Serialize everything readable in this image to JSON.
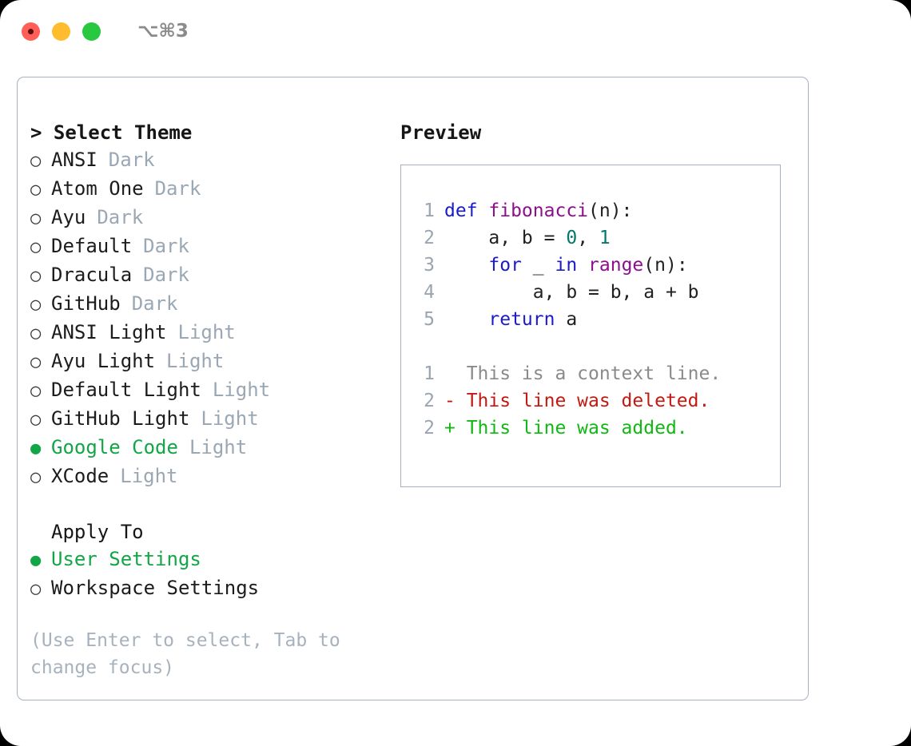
{
  "window": {
    "shortcut": "⌥⌘3",
    "traffic_lights": [
      {
        "name": "close",
        "color": "#ff5f57"
      },
      {
        "name": "minimize",
        "color": "#febc2e"
      },
      {
        "name": "maximize",
        "color": "#28c840"
      }
    ]
  },
  "theme_picker": {
    "title": "> Select Theme",
    "marker_unselected": "○",
    "marker_selected": "●",
    "items": [
      {
        "name": "ANSI",
        "kind": "Dark",
        "selected": false
      },
      {
        "name": "Atom One",
        "kind": "Dark",
        "selected": false
      },
      {
        "name": "Ayu",
        "kind": "Dark",
        "selected": false
      },
      {
        "name": "Default",
        "kind": "Dark",
        "selected": false
      },
      {
        "name": "Dracula",
        "kind": "Dark",
        "selected": false
      },
      {
        "name": "GitHub",
        "kind": "Dark",
        "selected": false
      },
      {
        "name": "ANSI Light",
        "kind": "Light",
        "selected": false
      },
      {
        "name": "Ayu Light",
        "kind": "Light",
        "selected": false
      },
      {
        "name": "Default Light",
        "kind": "Light",
        "selected": false
      },
      {
        "name": "GitHub Light",
        "kind": "Light",
        "selected": false
      },
      {
        "name": "Google Code",
        "kind": "Light",
        "selected": true
      },
      {
        "name": "XCode",
        "kind": "Light",
        "selected": false
      }
    ]
  },
  "apply_to": {
    "title": "Apply To",
    "items": [
      {
        "name": "User Settings",
        "selected": true
      },
      {
        "name": "Workspace Settings",
        "selected": false
      }
    ]
  },
  "hint": "(Use Enter to select, Tab to change focus)",
  "preview": {
    "title": "Preview",
    "code_lines": [
      {
        "no": "1",
        "tokens": [
          {
            "t": "def ",
            "c": "kw"
          },
          {
            "t": "fibonacci",
            "c": "fn"
          },
          {
            "t": "(n):",
            "c": "plain"
          }
        ]
      },
      {
        "no": "2",
        "tokens": [
          {
            "t": "    a, b = ",
            "c": "plain"
          },
          {
            "t": "0",
            "c": "num"
          },
          {
            "t": ", ",
            "c": "plain"
          },
          {
            "t": "1",
            "c": "num"
          }
        ]
      },
      {
        "no": "3",
        "tokens": [
          {
            "t": "    ",
            "c": "plain"
          },
          {
            "t": "for",
            "c": "kw"
          },
          {
            "t": " _ ",
            "c": "plain"
          },
          {
            "t": "in",
            "c": "kw"
          },
          {
            "t": " ",
            "c": "plain"
          },
          {
            "t": "range",
            "c": "fn"
          },
          {
            "t": "(n):",
            "c": "plain"
          }
        ]
      },
      {
        "no": "4",
        "tokens": [
          {
            "t": "        a, b = b, a + b",
            "c": "plain"
          }
        ]
      },
      {
        "no": "5",
        "tokens": [
          {
            "t": "    ",
            "c": "plain"
          },
          {
            "t": "return",
            "c": "kw"
          },
          {
            "t": " a",
            "c": "plain"
          }
        ]
      }
    ],
    "diff_lines": [
      {
        "no": "1",
        "text": "  This is a context line.",
        "kind": "ctx"
      },
      {
        "no": "2",
        "text": "- This line was deleted.",
        "kind": "del"
      },
      {
        "no": "2",
        "text": "+ This line was added.",
        "kind": "add"
      }
    ]
  },
  "colors": {
    "accent_green": "#11a646",
    "muted": "#9aa7b4",
    "keyword": "#1b1bcc",
    "function": "#8d0f8d",
    "number": "#00796b",
    "diff_add": "#10b814",
    "diff_del": "#c21a13",
    "border": "#a8b2bf"
  }
}
